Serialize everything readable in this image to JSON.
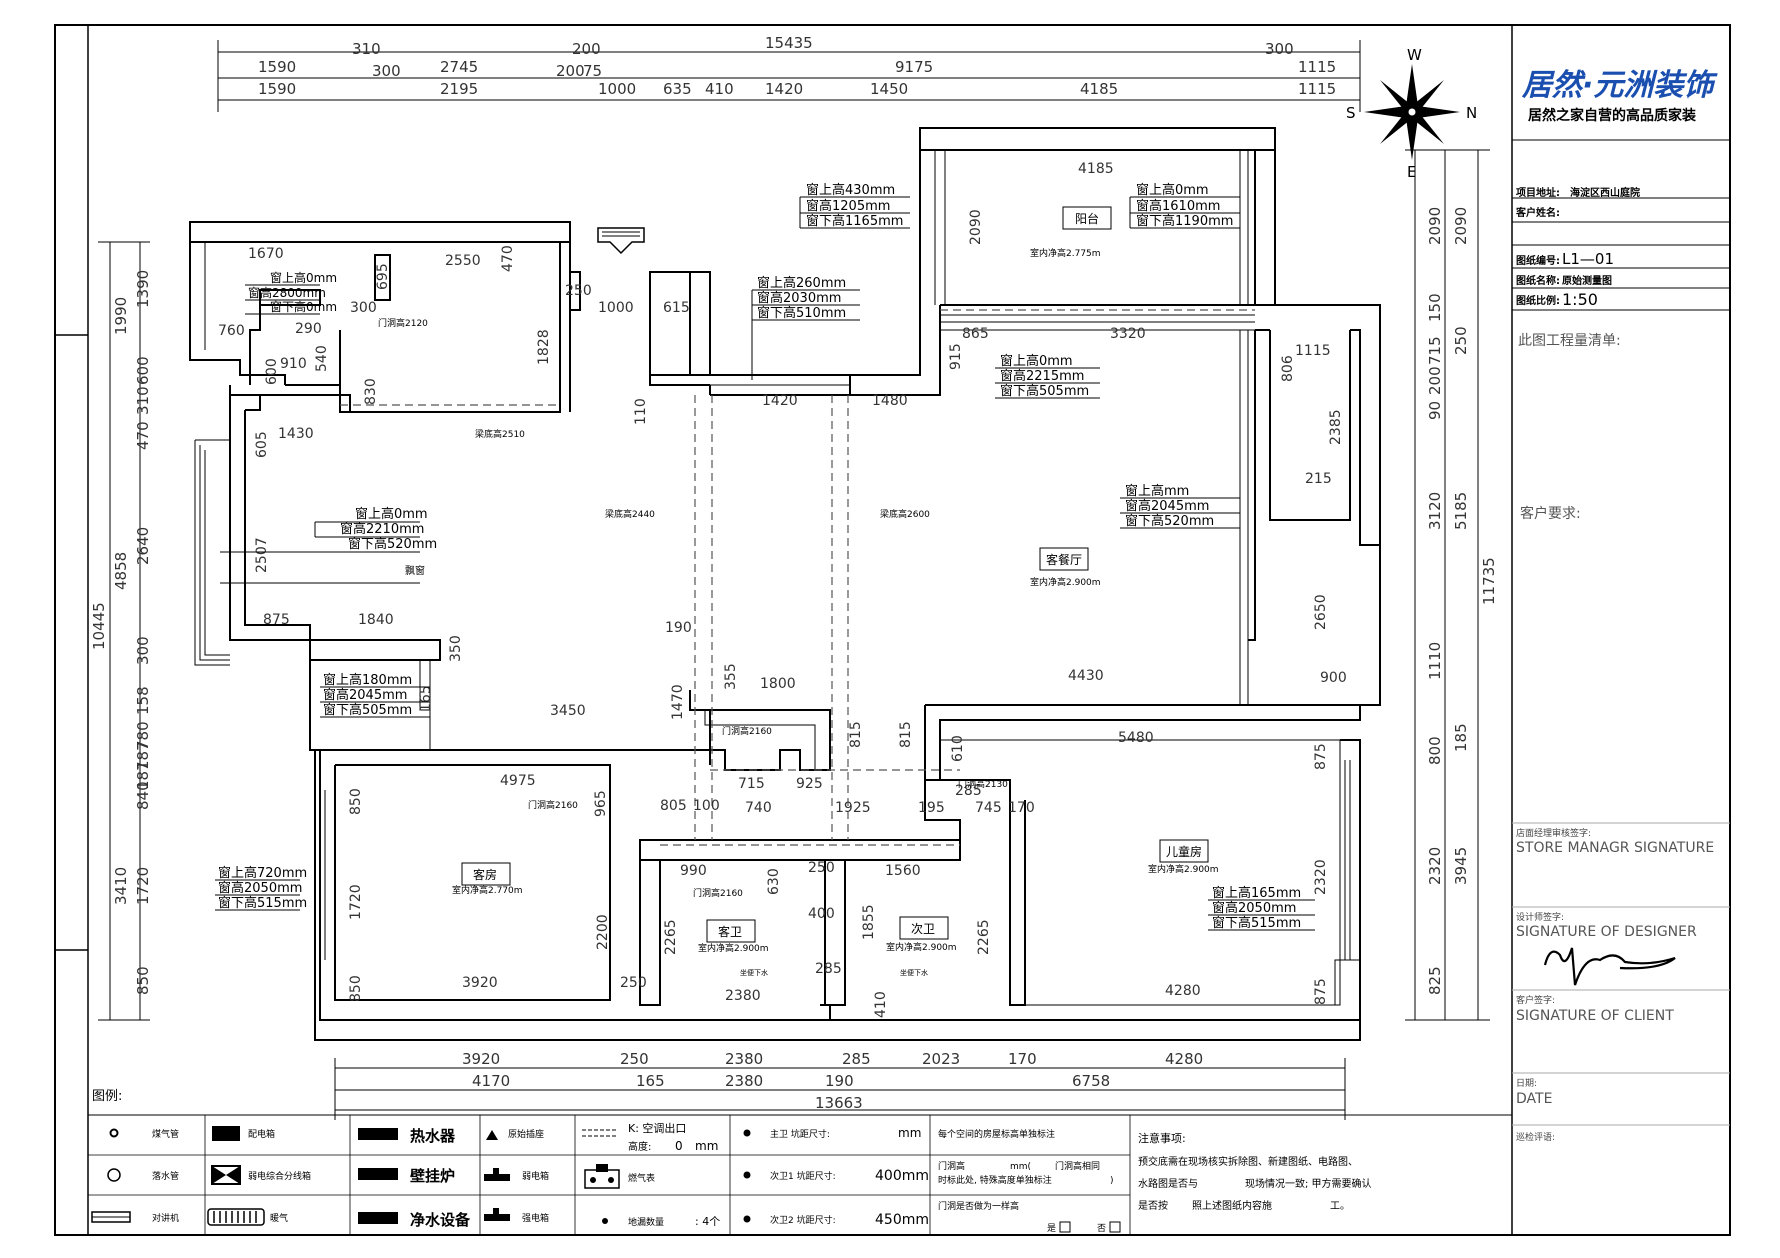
{
  "title_block": {
    "brand": "居然·元洲装饰",
    "slogan": "居然之家自营的高品质家装",
    "project_address_label": "项目地址:",
    "project_address": "海淀区西山庭院",
    "client_name_label": "客户姓名:",
    "drawing_no_label": "图纸编号:",
    "drawing_no": "L1—01",
    "drawing_name_label": "图纸名称:",
    "drawing_name": "原始测量图",
    "scale_label": "图纸比例:",
    "scale": "1:50",
    "bill_label": "此图工程量清单:",
    "client_req_label": "客户要求:",
    "store_manager_cn": "店面经理审核签字:",
    "store_manager_en": "STORE MANAGR SIGNATURE",
    "designer_cn": "设计师签字:",
    "designer_en": "SIGNATURE OF DESIGNER",
    "client_cn": "客户签字:",
    "client_en": "SIGNATURE OF CLIENT",
    "date_cn": "日期:",
    "date_en": "DATE",
    "review_cn": "巡检评语:"
  },
  "compass": {
    "w": "W",
    "s": "S",
    "n": "N",
    "e": "E"
  },
  "rooms": {
    "balcony": "阳台",
    "living": "客餐厅",
    "guest_room": "客房",
    "guest_bath": "客卫",
    "second_bath": "次卫",
    "kids_room": "儿童房",
    "bay": "飘窗"
  },
  "room_heights": {
    "balcony": "室内净高2.775m",
    "living": "室内净高2.900m",
    "guest_room": "室内净高2.770m",
    "guest_bath": "室内净高2.900m",
    "second_bath": "室内净高2.900m",
    "kids_room": "室内净高2.900m"
  },
  "windows": {
    "w_balcony_left": [
      "窗上高430mm",
      "窗高1205mm",
      "窗下高1165mm"
    ],
    "w_balcony_right": [
      "窗上高0mm",
      "窗高1610mm",
      "窗下高1190mm"
    ],
    "w_north_mid": [
      "窗上高260mm",
      "窗高2030mm",
      "窗下高510mm"
    ],
    "w_kitchen": [
      "窗上高0mm",
      "窗高2800mm",
      "窗下高0mm"
    ],
    "w_bay": [
      "窗上高0mm",
      "窗高2210mm",
      "窗下高520mm"
    ],
    "w_living_mid": [
      "窗上高0mm",
      "窗高2215mm",
      "窗下高505mm"
    ],
    "w_living_right": [
      "窗上高mm",
      "窗高2045mm",
      "窗下高520mm"
    ],
    "w_west_lower": [
      "窗上高180mm",
      "窗高2045mm",
      "窗下高505mm"
    ],
    "w_guest": [
      "窗上高720mm",
      "窗高2050mm",
      "窗下高515mm"
    ],
    "w_kids": [
      "窗上高165mm",
      "窗高2050mm",
      "窗下高515mm"
    ]
  },
  "door_heights": [
    "门洞高2120",
    "门洞高2160",
    "门洞高2160",
    "门洞高2130",
    "门洞高2160"
  ],
  "beam_heights": [
    "梁底高2510",
    "梁底高2440",
    "梁底高2600"
  ],
  "drain_label": "坐便下水",
  "top_dims_row1": [
    "1590",
    "310",
    "2745",
    "200",
    "15435",
    "9175",
    "300",
    "1115"
  ],
  "top_dims_row2": [
    "1590",
    "300",
    "2195",
    "200",
    "75",
    "1000",
    "635",
    "410",
    "1420",
    "1450",
    "4185",
    "1115"
  ],
  "left_dims_outer": [
    "1990",
    "4858",
    "10445",
    "3410"
  ],
  "left_dims_inner": [
    "1390",
    "600",
    "310",
    "470",
    "2640",
    "300",
    "158",
    "780",
    "187",
    "187",
    "840",
    "1720",
    "850"
  ],
  "right_dims_a": [
    "2090",
    "150",
    "715",
    "200",
    "90",
    "3120",
    "1110",
    "800",
    "2320",
    "825"
  ],
  "right_dims_b": [
    "2090",
    "250",
    "5185",
    "11735",
    "185",
    "3945"
  ],
  "bottom_dims_row1": [
    "3920",
    "250",
    "2380",
    "285",
    "2023",
    "170",
    "4280"
  ],
  "bottom_dims_row2": [
    "4170",
    "165",
    "2380",
    "190",
    "6758"
  ],
  "bottom_dims_total": "13663",
  "interior_dims": [
    "4185",
    "2090",
    "865",
    "3320",
    "915",
    "4430",
    "5480",
    "1115",
    "806",
    "2385",
    "215",
    "2650",
    "900",
    "1670",
    "2550",
    "470",
    "695",
    "250",
    "1828",
    "300",
    "760",
    "290",
    "910",
    "540",
    "600",
    "830",
    "1430",
    "605",
    "2507",
    "875",
    "1840",
    "1000",
    "615",
    "1420",
    "1480",
    "110",
    "190",
    "1800",
    "355",
    "1470",
    "3450",
    "165",
    "350",
    "815",
    "815",
    "610",
    "4975",
    "965",
    "850",
    "805",
    "100",
    "715",
    "925",
    "740",
    "1925",
    "745",
    "170",
    "285",
    "195",
    "990",
    "630",
    "250",
    "1560",
    "400",
    "285",
    "1855",
    "2265",
    "2200",
    "2265",
    "1720",
    "850",
    "3920",
    "250",
    "2380",
    "410",
    "4280",
    "2320",
    "875",
    "875"
  ],
  "legend": {
    "title": "图例:",
    "gas_pipe": "煤气管",
    "drain_pipe": "落水管",
    "intercom": "对讲机",
    "distribution_box": "配电箱",
    "weak_box": "弱电综合分线箱",
    "heating": "暖气",
    "water_heater": "热水器",
    "wall_boiler": "壁挂炉",
    "water_purifier": "净水设备",
    "original_socket": "原始插座",
    "weak_socket": "弱电箱",
    "strong_socket": "强电箱",
    "ac_outlet": "K: 空调出口",
    "height": "高度:",
    "height_val": "0",
    "height_unit": "mm",
    "gas_meter": "燃气表",
    "floor_drain": "地漏数量",
    "floor_drain_val": ": 4个",
    "main_bath": "主卫 坑距尺寸:",
    "main_bath_val": "mm",
    "second_bath": "次卫1 坑距尺寸:",
    "second_bath_val": "400mm",
    "third_bath": "次卫2 坑距尺寸:",
    "third_bath_val": "450mm",
    "note_head": "每个空间的房屋标高单独标注",
    "door_line1": "门洞高",
    "door_line1b": "mm(",
    "door_line1c": "门洞高相同",
    "door_line2": "时标此处, 特殊高度单独标注",
    "door_line2b": ")",
    "door_line3": "门洞是否做为一样高",
    "yes": "是",
    "no": "否",
    "notes_title": "注意事项:",
    "notes_1": "预交底需在现场核实拆除图、新建图纸、电路图、",
    "notes_2a": "水路图是否与",
    "notes_2b": "现场情况一致; 甲方需要确认",
    "notes_3a": "是否按",
    "notes_3b": "照上述图纸内容施",
    "notes_3c": "工。"
  }
}
